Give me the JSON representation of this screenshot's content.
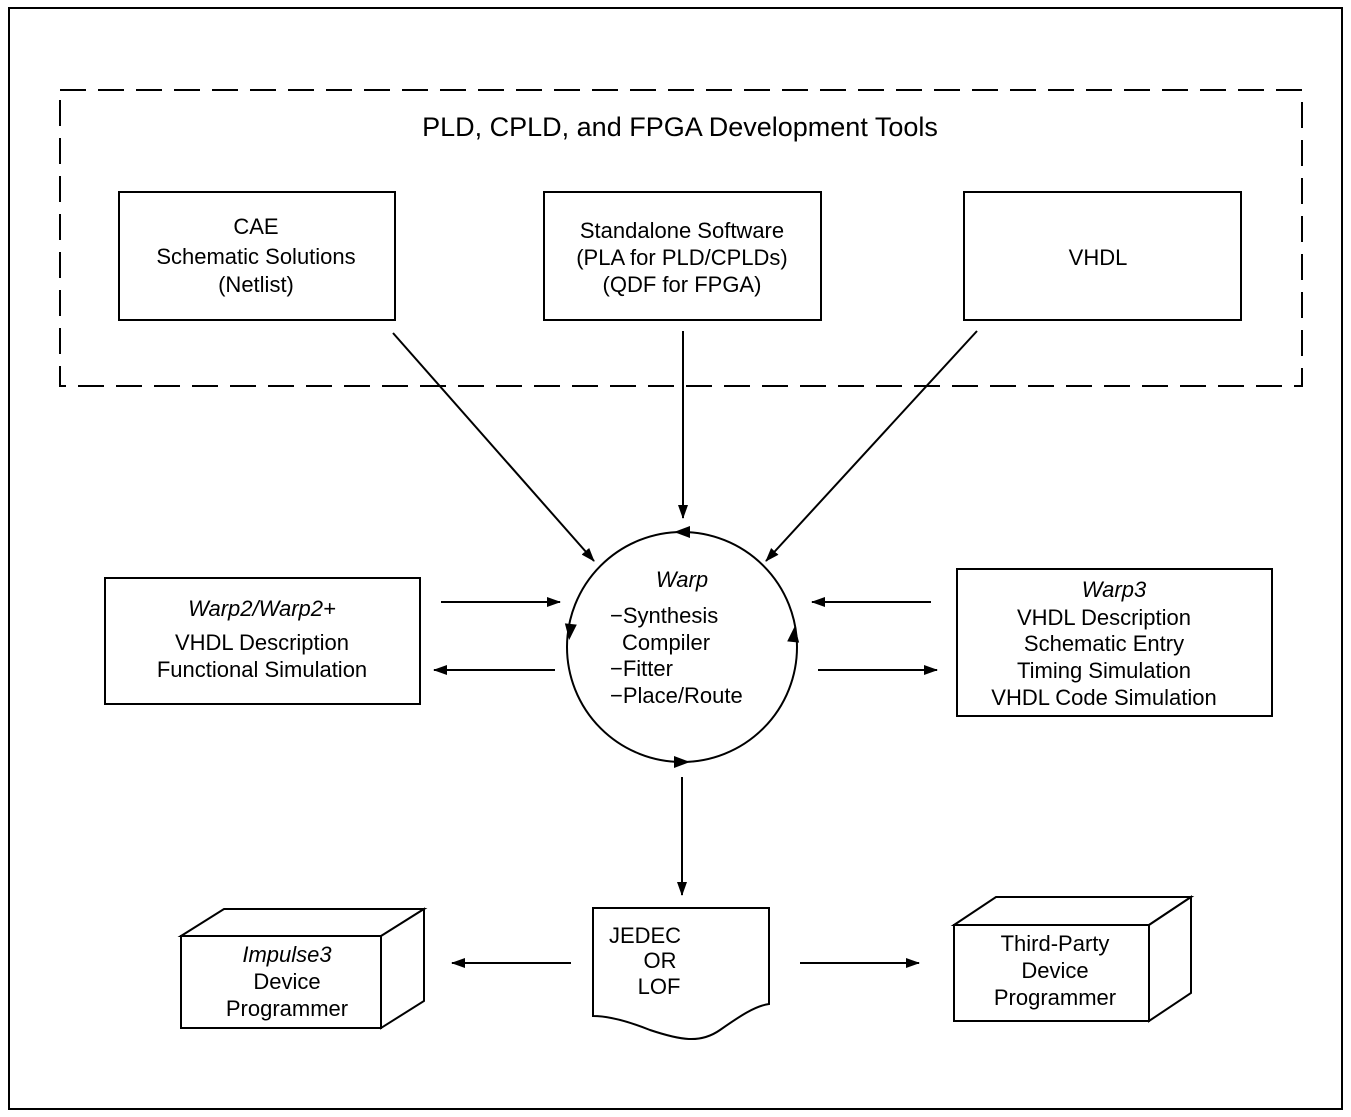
{
  "colors": {
    "ink": "#000000",
    "paper": "#ffffff"
  },
  "tools_group": {
    "title": "PLD, CPLD, and FPGA Development Tools",
    "cae_box": [
      "CAE",
      "Schematic Solutions",
      "(Netlist)"
    ],
    "standalone_box": [
      "Standalone Software",
      "(PLA for PLD/CPLDs)",
      "(QDF for FPGA)"
    ],
    "vhdl_box": [
      "VHDL"
    ]
  },
  "warp_core": {
    "title": "Warp",
    "items": [
      "−Synthesis",
      "Compiler",
      "−Fitter",
      "−Place/Route"
    ]
  },
  "warp2_box": {
    "title": "Warp2/Warp2+",
    "lines": [
      "VHDL Description",
      "Functional Simulation"
    ]
  },
  "warp3_box": {
    "title": "Warp3",
    "lines": [
      "VHDL Description",
      "Schematic Entry",
      "Timing Simulation",
      "VHDL Code Simulation"
    ]
  },
  "output_file": {
    "lines": [
      "JEDEC",
      "OR",
      "LOF"
    ]
  },
  "impulse3_programmer": {
    "title": "Impulse3",
    "lines": [
      "Device",
      "Programmer"
    ]
  },
  "third_party_programmer": {
    "lines": [
      "Third-Party",
      "Device",
      "Programmer"
    ]
  },
  "icons": {
    "output_file": "document-icon",
    "programmers": "device-box-icon",
    "core": "cycle-circle-icon"
  }
}
